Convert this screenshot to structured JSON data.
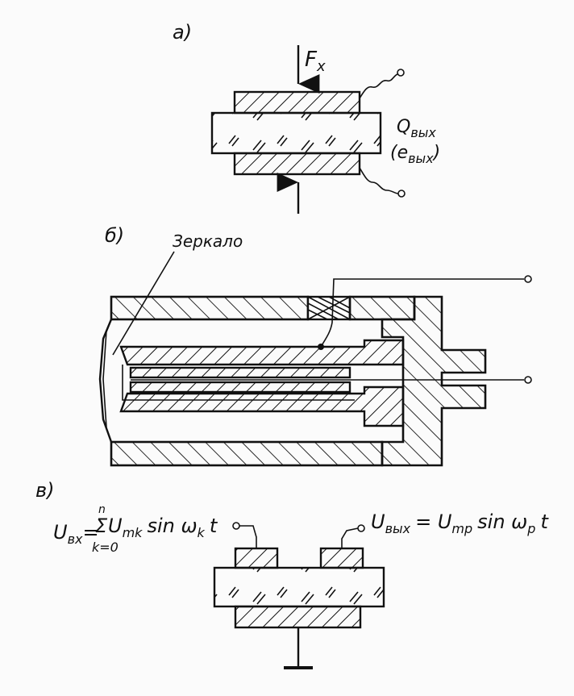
{
  "labels": {
    "part_a": "а)",
    "part_b": "б)",
    "part_v": "в)",
    "force": "F",
    "force_sub": "x",
    "q_out": "Q",
    "q_out_sub": "вых",
    "e_out_open": "(e",
    "e_out_sub": "вых",
    "e_out_close": ")",
    "mirror": "Зеркало",
    "u_in": "U",
    "u_in_sub": "вх",
    "u_in_eq": "=",
    "sum_top": "n",
    "sum_sign": "Σ",
    "sum_bottom": "k=0",
    "u_in_term": "U",
    "u_in_term_sub": "mk",
    "u_in_sin": "sin ω",
    "u_in_sin_sub": "k",
    "u_in_t": "t",
    "u_out": "U",
    "u_out_sub": "вых",
    "u_out_eq": "= U",
    "u_out_term_sub": "mp",
    "u_out_sin": "sin ω",
    "u_out_sin_sub": "p",
    "u_out_t": "t"
  }
}
